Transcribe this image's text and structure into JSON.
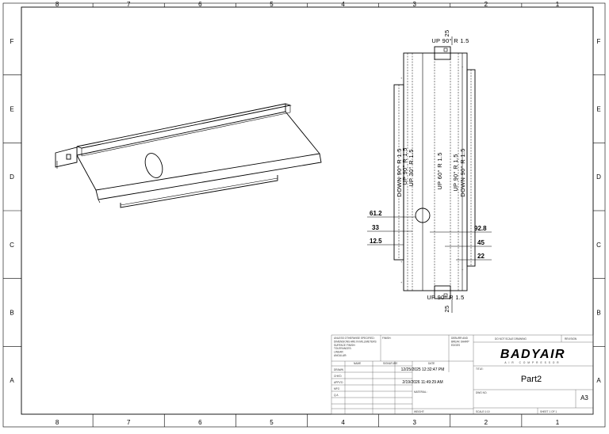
{
  "border": {
    "columns": [
      "8",
      "7",
      "6",
      "5",
      "4",
      "3",
      "2",
      "1"
    ],
    "rows": [
      "F",
      "E",
      "D",
      "C",
      "B",
      "A"
    ]
  },
  "flat_pattern": {
    "top_note": "UP 90° R 1.5",
    "bottom_note": "UP 90° R 1.5",
    "top_size": "25",
    "bottom_size": "25",
    "bend_notes": [
      "DOWN 90° R 1.5",
      "UP 90° R 1.5",
      "UP 30° R 1.5",
      "UP 60° R 1.5",
      "UP 90° R 1.5",
      "DOWN 90° R 1.5"
    ],
    "dims_left": [
      "61.2",
      "33",
      "12.5"
    ],
    "dims_right": [
      "92.8",
      "45",
      "22"
    ]
  },
  "title_block": {
    "notes": [
      "UNLESS OTHERWISE SPECIFIED:",
      "DIMENSIONS ARE IN MILLIMETERS",
      "SURFACE FINISH:",
      "TOLERANCES:",
      "LINEAR:",
      "ANGULAR:"
    ],
    "finish_label": "FINISH:",
    "deburr_label": [
      "DEBURR AND",
      "BREAK SHARP",
      "EDGES"
    ],
    "do_not_scale": "DO NOT SCALE DRAWING",
    "revision_label": "REVISION",
    "headers": {
      "name": "NAME",
      "signature": "SIGNATURE",
      "date": "DATE"
    },
    "rows": [
      {
        "label": "DRAWN",
        "date": "12/25/2025 12:32:47 PM"
      },
      {
        "label": "CHK'D",
        "date": ""
      },
      {
        "label": "APPV'D",
        "date": "2/19/2026 11:49:29 AM"
      },
      {
        "label": "MFG",
        "date": ""
      },
      {
        "label": "Q.A",
        "date": ""
      }
    ],
    "material_label": "MATERIAL:",
    "weight_label": "WEIGHT:",
    "title_label": "TITLE:",
    "part_name": "Part2",
    "dwg_no_label": "DWG NO.",
    "size": "A3",
    "scale": "SCALE:1:10",
    "sheet": "SHEET 1 OF 1",
    "logo_text": "BADYAIR",
    "logo_tagline": "AIR COMPRESSOR"
  }
}
